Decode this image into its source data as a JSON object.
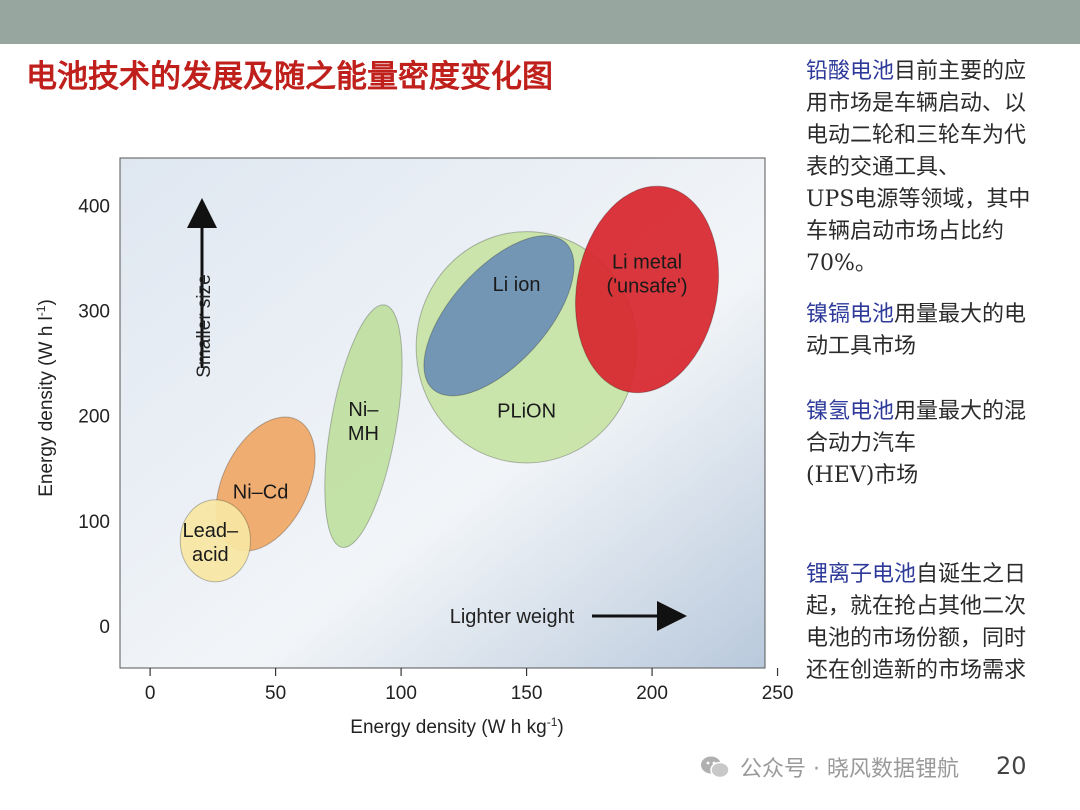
{
  "slide": {
    "title": "电池技术的发展及随之能量密度变化图",
    "page_number": "20"
  },
  "chart_data": {
    "type": "scatter",
    "xlabel": "Energy density (W h kg",
    "xlabel_sup": "-1",
    "xlabel_end": ")",
    "ylabel": "Energy density (W h l",
    "ylabel_sup": "-1",
    "ylabel_end": ")",
    "xlim": [
      -12,
      245
    ],
    "ylim": [
      -40,
      445
    ],
    "x_ticks": [
      0,
      50,
      100,
      150,
      200,
      250
    ],
    "y_ticks": [
      0,
      100,
      200,
      300,
      400
    ],
    "regions": [
      {
        "label": "PLiON",
        "x": 150,
        "y": 265,
        "rx": 44,
        "ry": 110,
        "rot": 0,
        "color": "#c7e3a6",
        "label_x": 150,
        "label_y": 205
      },
      {
        "label": "Li ion",
        "x": 139,
        "y": 295,
        "rx": 19,
        "ry": 94,
        "rot": 42,
        "color": "#6e90b6",
        "label_x": 146,
        "label_y": 325
      },
      {
        "label": "Li metal",
        "label2": "('unsafe')",
        "x": 198,
        "y": 320,
        "rx": 28,
        "ry": 99,
        "rot": 10,
        "color": "#d8272e",
        "label_x": 198,
        "label_y": 335
      },
      {
        "label": "Ni–",
        "label2": "MH",
        "x": 85,
        "y": 190,
        "rx": 13,
        "ry": 117,
        "rot": 10,
        "color": "#bfe0a0",
        "label_x": 85,
        "label_y": 195
      },
      {
        "label": "Ni–Cd",
        "x": 46,
        "y": 135,
        "rx": 17,
        "ry": 68,
        "rot": 26,
        "color": "#f0a866",
        "label_x": 44,
        "label_y": 128
      },
      {
        "label": "Lead–",
        "label2": "acid",
        "x": 26,
        "y": 81,
        "rx": 14,
        "ry": 39,
        "rot": 0,
        "color": "#f7e7a3",
        "label_x": 24,
        "label_y": 80
      }
    ],
    "annotations": {
      "smaller_size": "Smaller size",
      "lighter_weight": "Lighter weight"
    }
  },
  "sidebar": {
    "p1_highlight": "铅酸电池",
    "p1_lines": [
      "目前主要的应",
      "用市场是车辆启动、以",
      "电动二轮和三轮车为代",
      "表的交通工具、",
      "UPS电源等领域，其中",
      "车辆启动市场占比约",
      "70%。"
    ],
    "p2_highlight": "镍镉电池",
    "p2_lines": [
      "用量最大的电",
      "动工具市场"
    ],
    "p3_highlight": "镍氢电池",
    "p3_lines": [
      "用量最大的混",
      "合动力汽车",
      "(HEV)市场"
    ],
    "p4_highlight": "锂离子电池",
    "p4_lines": [
      "自诞生之日",
      "起，就在抢占其他二次",
      "电池的市场份额，同时",
      "还在创造新的市场需求"
    ]
  },
  "footer": {
    "text": "公众号 · 晓风数据锂航"
  }
}
